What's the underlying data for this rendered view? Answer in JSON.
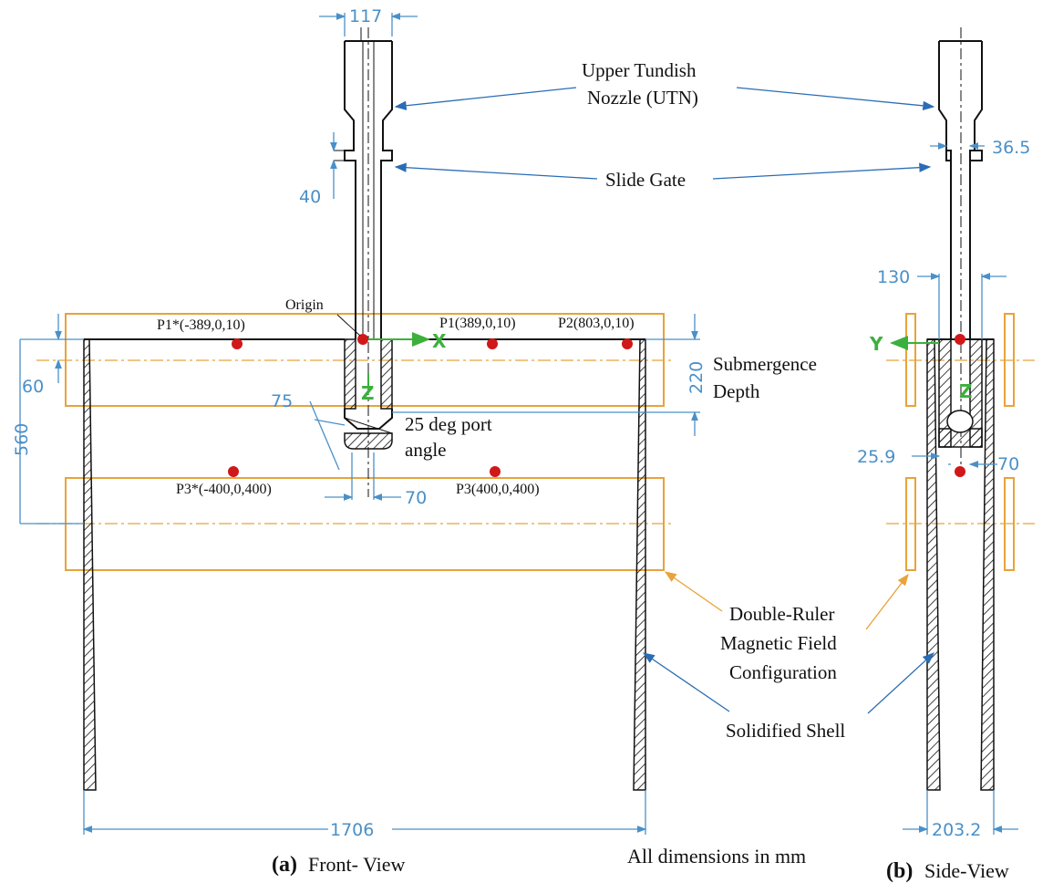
{
  "labels": {
    "utn": [
      "Upper Tundish",
      "Nozzle (UTN)"
    ],
    "slide_gate": "Slide Gate",
    "submergence": [
      "Submergence",
      "Depth"
    ],
    "port_angle": [
      "25 deg port",
      "angle"
    ],
    "magnetic": [
      "Double-Ruler",
      "Magnetic Field",
      "Configuration"
    ],
    "shell": "Solidified Shell",
    "origin": "Origin",
    "units_note": "All dimensions in mm"
  },
  "points": {
    "p1_star": "P1*(-389,0,10)",
    "p1": "P1(389,0,10)",
    "p2": "P2(803,0,10)",
    "p3_star": "P3*(-400,0,400)",
    "p3": "P3(400,0,400)"
  },
  "axes": {
    "x": "X",
    "z_front": "Z",
    "y": "Y",
    "z_side": "Z"
  },
  "dimensions": {
    "d117": "117",
    "d40": "40",
    "d60": "60",
    "d560": "560",
    "d75": "75",
    "d70_front": "70",
    "d220": "220",
    "d1706": "1706",
    "d36_5": "36.5",
    "d130": "130",
    "d25_9": "25.9",
    "d70_side": "70",
    "d203_2": "203.2"
  },
  "captions": {
    "a_tag": "(a)",
    "a_text": "Front- View",
    "b_tag": "(b)",
    "b_text": "Side-View"
  },
  "colors": {
    "dimension": "#4a90c8",
    "magnet": "#e8a33a",
    "point": "#d01818",
    "axis": "#3cb03c",
    "leader": "#2a6db5"
  }
}
